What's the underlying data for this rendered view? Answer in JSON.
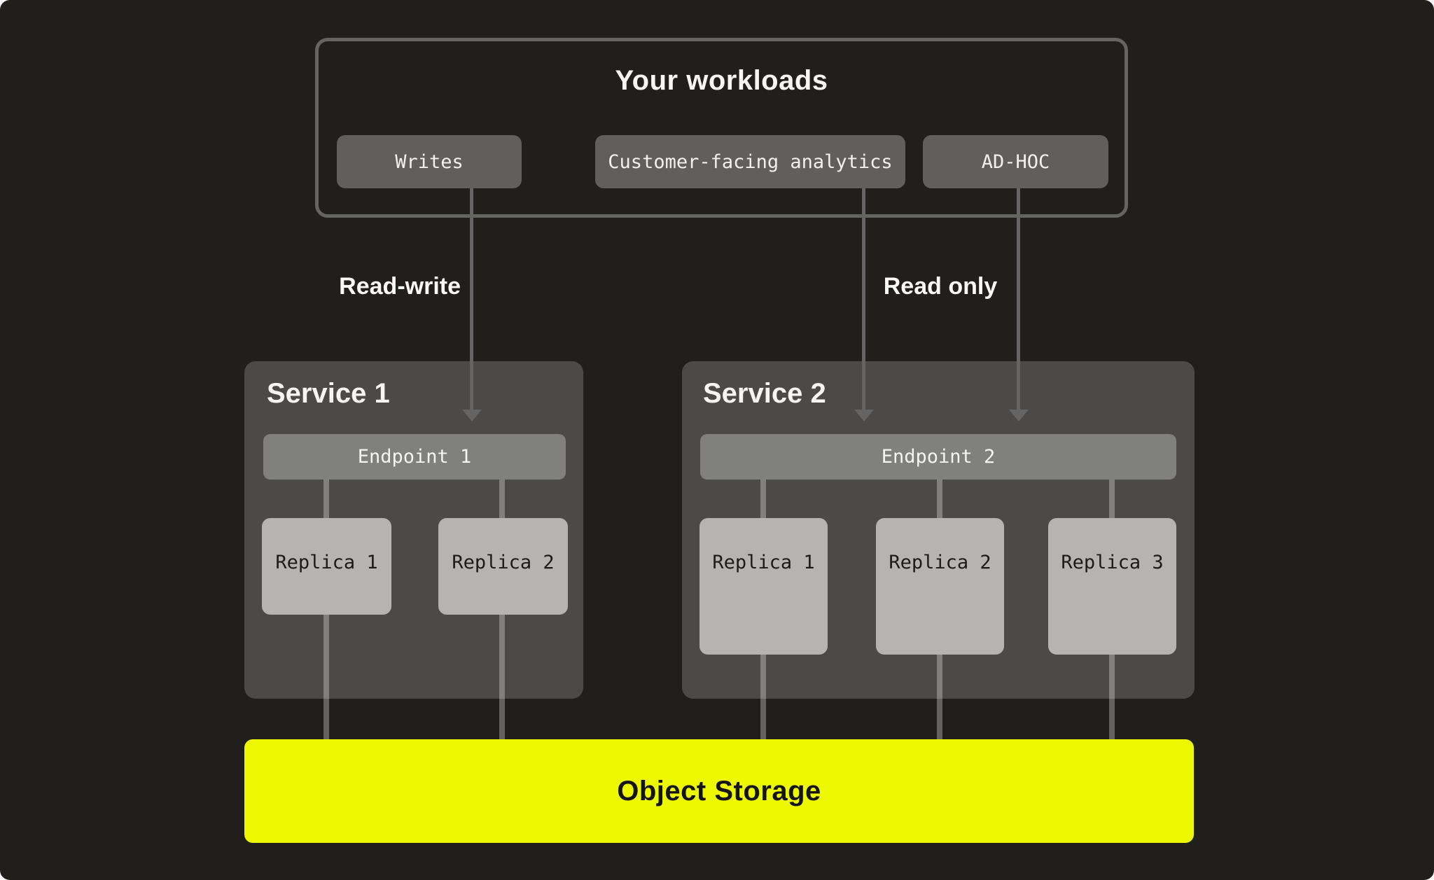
{
  "diagram_title": "Your workloads",
  "workloads": {
    "title": "Your workloads",
    "items": [
      {
        "label": "Writes"
      },
      {
        "label": "Customer-facing analytics"
      },
      {
        "label": "AD-HOC"
      }
    ]
  },
  "edges": {
    "read_write": "Read-write",
    "read_only": "Read only"
  },
  "services": [
    {
      "name": "Service 1",
      "endpoint": "Endpoint 1",
      "replicas": [
        "Replica 1",
        "Replica 2"
      ]
    },
    {
      "name": "Service 2",
      "endpoint": "Endpoint 2",
      "replicas": [
        "Replica 1",
        "Replica 2",
        "Replica 3"
      ]
    }
  ],
  "storage": {
    "label": "Object Storage"
  },
  "colors": {
    "background": "#211f1b",
    "workloads_border": "#646462",
    "workload_button": "#605f5d",
    "arrow_gray": "#646464",
    "service_box": "#4b4a48",
    "endpoint_bar": "#80807e",
    "replica_box": "#b5b4b2",
    "storage_accent": "#edf900",
    "text_light": "#f7f6f4",
    "text_dark": "#1c1b18"
  }
}
